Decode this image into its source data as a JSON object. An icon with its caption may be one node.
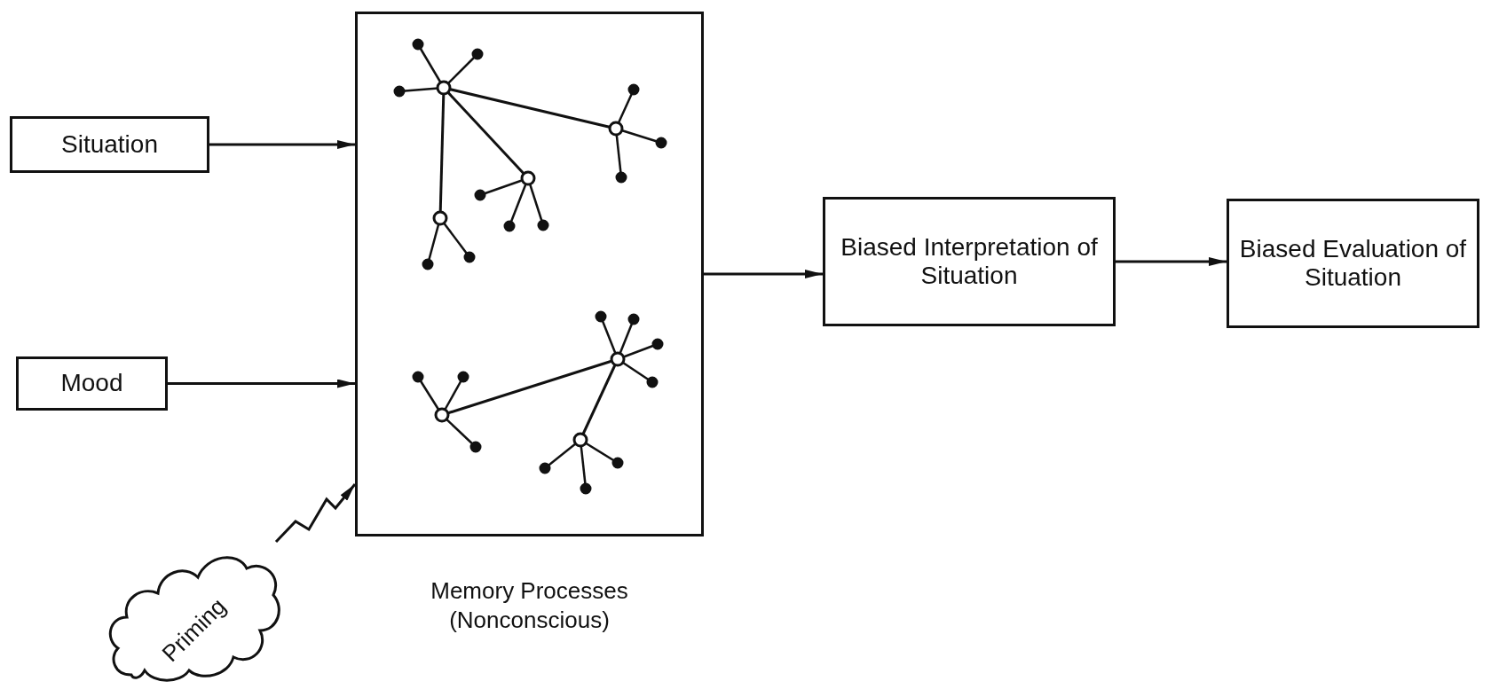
{
  "diagram": {
    "nodes": [
      {
        "text": [
          "Situation"
        ]
      },
      {
        "text": [
          "Mood"
        ]
      },
      {
        "text": [
          "Priming"
        ]
      },
      {
        "text": [],
        "shape": "box",
        "beside": [
          "Memory Processes (Nonconscious)"
        ]
      },
      {
        "text": [
          "Biased Interpretation of Situation"
        ]
      },
      {
        "text": [
          "Biased Evaluation of Situation"
        ]
      }
    ],
    "edges": [
      {
        "from": 0,
        "to": 3,
        "arrow": "to"
      },
      {
        "from": 1,
        "to": 3,
        "arrow": "to"
      },
      {
        "from": 2,
        "to": 3,
        "arrow": "to"
      },
      {
        "from": 3,
        "to": 4,
        "arrow": "to"
      },
      {
        "from": 4,
        "to": 5,
        "arrow": "to"
      }
    ]
  }
}
